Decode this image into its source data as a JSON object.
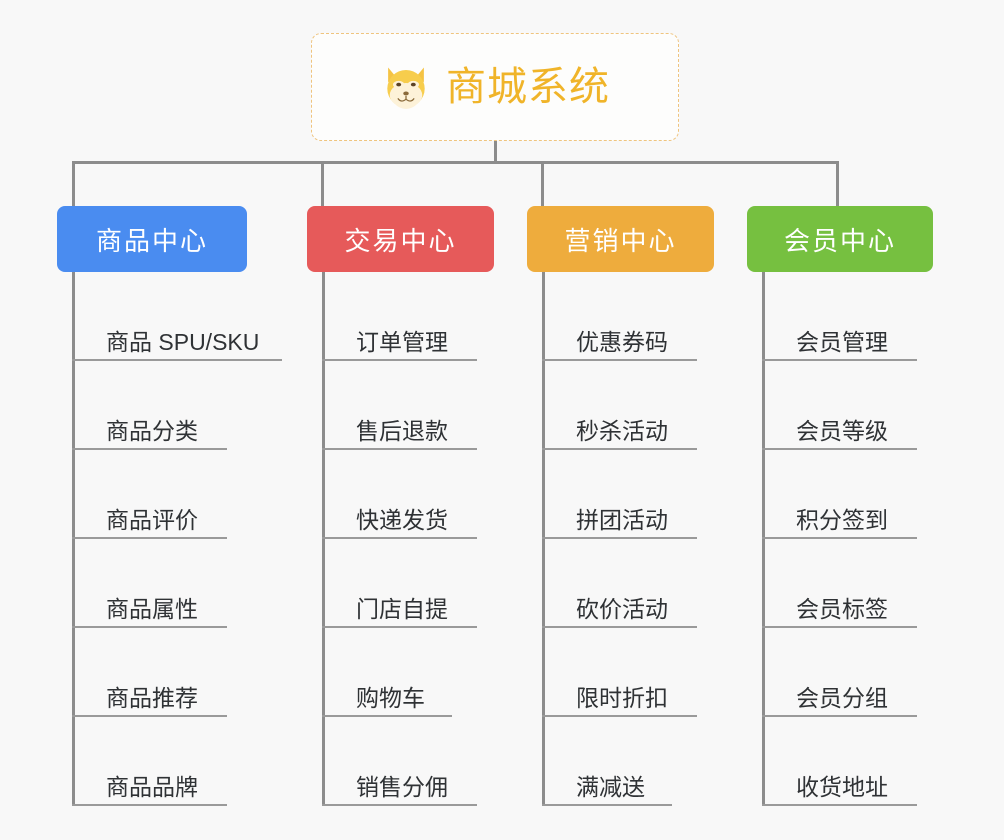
{
  "background_color": "#f8f8f8",
  "root": {
    "title": "商城系统",
    "icon": "shiba-dog-emoji",
    "text_color": "#f0b429",
    "border_color": "#efc47e"
  },
  "categories": [
    {
      "label": "商品中心",
      "color": "#4a8cf0",
      "items": [
        "商品 SPU/SKU",
        "商品分类",
        "商品评价",
        "商品属性",
        "商品推荐",
        "商品品牌"
      ]
    },
    {
      "label": "交易中心",
      "color": "#e65a5a",
      "items": [
        "订单管理",
        "售后退款",
        "快递发货",
        "门店自提",
        "购物车",
        "销售分佣"
      ]
    },
    {
      "label": "营销中心",
      "color": "#eeac3d",
      "items": [
        "优惠券码",
        "秒杀活动",
        "拼团活动",
        "砍价活动",
        "限时折扣",
        "满减送"
      ]
    },
    {
      "label": "会员中心",
      "color": "#76c040",
      "items": [
        "会员管理",
        "会员等级",
        "积分签到",
        "会员标签",
        "会员分组",
        "收货地址"
      ]
    }
  ]
}
